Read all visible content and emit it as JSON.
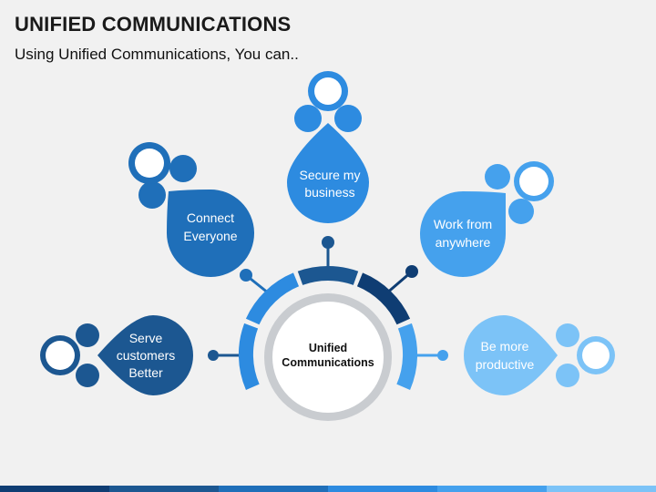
{
  "slide": {
    "title": "UNIFIED COMMUNICATIONS",
    "subtitle": "Using Unified Communications, You can.."
  },
  "center": {
    "lines": [
      "Unified",
      "Communications"
    ]
  },
  "items": [
    {
      "lines": [
        "Serve",
        "customers",
        "Better"
      ],
      "color": "#1c5791"
    },
    {
      "lines": [
        "Connect",
        "Everyone"
      ],
      "color": "#1f6fb9"
    },
    {
      "lines": [
        "Secure my",
        "business"
      ],
      "color": "#2d8be0"
    },
    {
      "lines": [
        "Work from",
        "anywhere"
      ],
      "color": "#45a1ed"
    },
    {
      "lines": [
        "Be more",
        "productive"
      ],
      "color": "#7cc3f7"
    }
  ],
  "colors": {
    "background": "#f1f1f1",
    "center_ring": "#c9ccd0",
    "bottom_bar": [
      "#0f3d73",
      "#1c5791",
      "#1f6fb9",
      "#2d8be0",
      "#45a1ed",
      "#7cc3f7"
    ]
  }
}
